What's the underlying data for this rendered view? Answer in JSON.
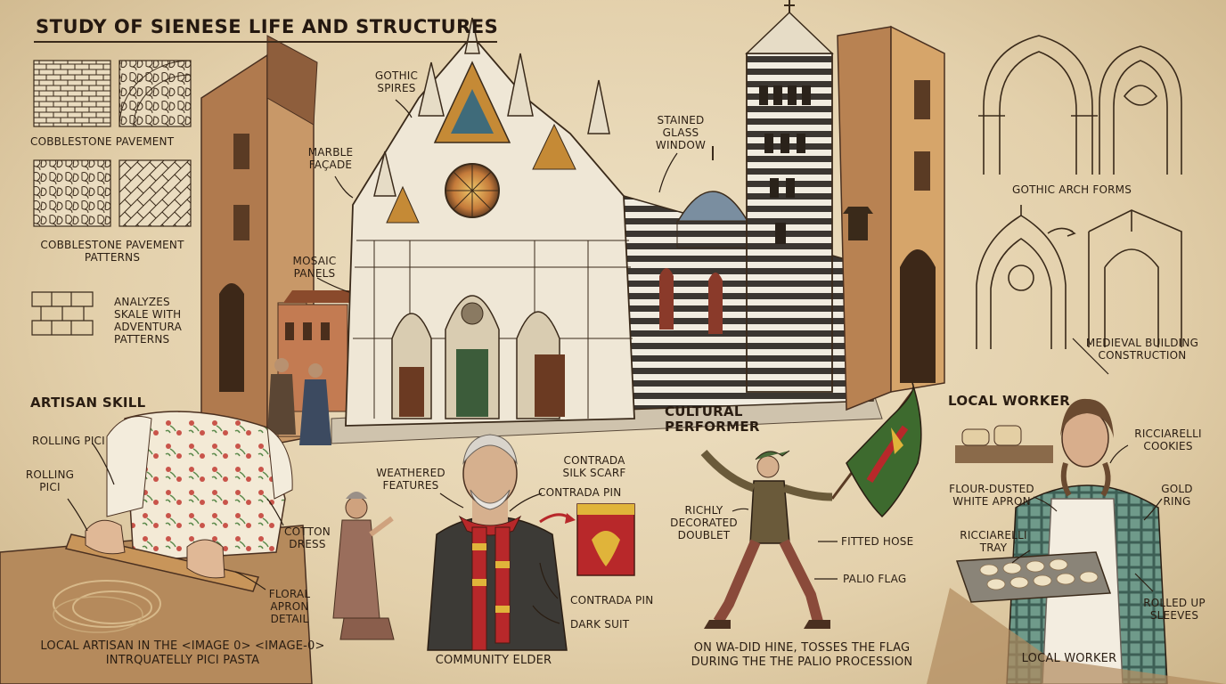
{
  "title": "STUDY OF SIENESE LIFE AND STRUCTURES",
  "left_panel": {
    "cobble_label": "COBBLESTONE PAVEMENT",
    "cobble_patterns_label": "COBBLESTONE PAVEMENT PATTERNS",
    "analyzes_label": "ANALYZES SKALE WITH ADVENTURA PATTERNS"
  },
  "cathedral": {
    "gothic_spires": "GOTHIC SPIRES",
    "marble_facade": "MARBLE FAÇADE",
    "mosaic_panels": "MOSAIC PANELS",
    "stained_glass": "STAINED GLASS WINDOW"
  },
  "right_panel": {
    "gothic_arch_forms": "GOTHIC ARCH FORMS",
    "medieval_construction": "MEDIEVAL BUILDING CONSTRUCTION",
    "local_worker_heading": "LOCAL WORKER"
  },
  "artisan": {
    "heading": "ARTISAN SKILL",
    "rolling_pici_1": "ROLLING PICI",
    "rolling_pici_2": "ROLLING PICI",
    "cotton_dress": "COTTON DRESS",
    "floral_apron": "FLORAL APRON DETAIL",
    "caption": "LOCAL ARTISAN IN THE <IMAGE 0> <IMAGE-0> INTRQUATELLY PICI PASTA"
  },
  "elder": {
    "weathered": "WEATHERED FEATURES",
    "scarf": "CONTRADA SILK SCARF",
    "pin_top": "CONTRADA PIN",
    "pin_bottom": "CONTRADA PIN",
    "dark_suit": "DARK SUIT",
    "caption": "COMMUNITY ELDER"
  },
  "performer": {
    "heading": "CULTURAL PERFORMER",
    "doublet": "RICHLY DECORATED DOUBLET",
    "hose": "FITTED HOSE",
    "flag": "PALIO FLAG",
    "caption": "ON WA-DID HINE, TOSSES THE FLAG DURING THE THE PALIO PROCESSION"
  },
  "worker": {
    "cookies": "RICCIARELLI COOKIES",
    "apron": "FLOUR-DUSTED WHITE APRON",
    "ring": "GOLD RING",
    "tray": "RICCIARELLI TRAY",
    "sleeves": "ROLLED UP SLEEVES",
    "caption": "LOCAL WORKER"
  },
  "colors": {
    "ink": "#2a1d12",
    "parchment": "#e6d5b4",
    "terracotta": "#b5734a",
    "marble_stripe": "#3b3631",
    "contrada_red": "#b8282a",
    "contrada_yellow": "#e0b43a",
    "flag_green": "#3d6a2e"
  }
}
